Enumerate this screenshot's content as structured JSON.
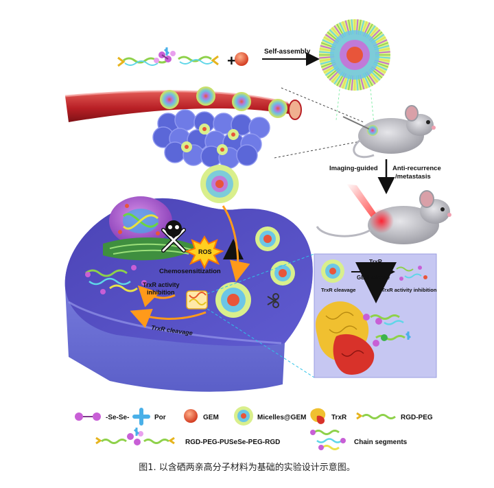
{
  "labels": {
    "self_assembly": "Self-assembly",
    "imaging_guided": "Imaging-guided",
    "anti_recurrence_line1": "Anti-recurrence",
    "anti_recurrence_line2": "/metastasis",
    "ros": "ROS",
    "chemosensitization": "Chemosensitization",
    "trxr_inhibition_line1": "TrxR activity",
    "trxr_inhibition_line2": "inhibition",
    "trxr_cleavage": "TrxR cleavage",
    "inset_trxr": "TrxR",
    "inset_gem_release": "GEM release",
    "inset_trxr_cleavage": "TrxR cleavage",
    "inset_trxr_inhibition": "TrxR activity inhibition"
  },
  "legend": {
    "se_se": "-Se-Se-",
    "por": "Por",
    "gem": "GEM",
    "micelles": "Micelles@GEM",
    "trxr": "TrxR",
    "rgd_peg": "RGD-PEG",
    "polymer": "RGD-PEG-PUSeSe-PEG-RGD",
    "chain_segments": "Chain segments"
  },
  "caption": "图1.  以含硒两亲高分子材料为基础的实验设计示意图。",
  "colors": {
    "vessel": "#c0262b",
    "tumor": "#6f7be6",
    "cell": "#7d80e8",
    "inset_bg": "#c6c7f2",
    "gem": "#e8553a",
    "mitochondria": "#3f8f3f",
    "ros": "#ff8a00"
  }
}
